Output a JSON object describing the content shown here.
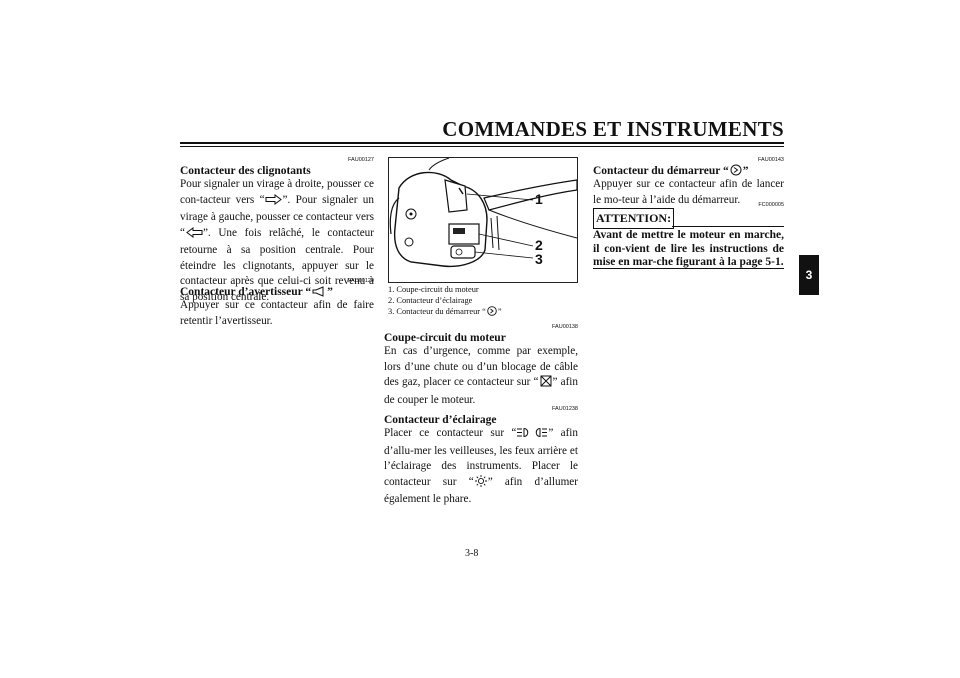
{
  "page": {
    "title": "COMMANDES ET INSTRUMENTS",
    "chapter_tab": "3",
    "page_number": "3-8"
  },
  "col1": {
    "s1": {
      "code": "FAU00127",
      "heading": "Contacteur des clignotants",
      "body_a": "Pour signaler un virage à droite, pousser ce con-tacteur vers “",
      "body_b": "”. Pour signaler un virage à gauche, pousser ce contacteur vers “",
      "body_c": "”. Une fois relâché, le contacteur retourne à sa position centrale. Pour éteindre les clignotants, appuyer sur le contacteur après que celui-ci soit revenu à sa position centrale.",
      "icon_right": "turn-right-arrow-icon",
      "icon_left": "turn-left-arrow-icon"
    },
    "s2": {
      "code": "FAU00129",
      "heading_a": "Contacteur d’avertisseur “",
      "heading_b": "”",
      "body": "Appuyer sur ce contacteur afin de faire retentir l’avertisseur.",
      "icon": "horn-icon"
    }
  },
  "col2": {
    "figure": {
      "callouts": [
        "1",
        "2",
        "3"
      ],
      "captions": [
        "1.  Coupe-circuit du moteur",
        "2.  Contacteur d’éclairage",
        "3.  Contacteur du démarreur “"
      ],
      "caption3_end": "”",
      "caption3_icon": "starter-icon"
    },
    "s1": {
      "code": "FAU00138",
      "heading": "Coupe-circuit du moteur",
      "body_a": "En cas d’urgence, comme par exemple, lors d’une chute ou d’un blocage de câble des gaz, placer ce contacteur sur “",
      "body_b": "” afin de couper le moteur.",
      "icon": "engine-stop-icon"
    },
    "s2": {
      "code": "FAU01238",
      "heading": "Contacteur d’éclairage",
      "body_a": "Placer ce contacteur sur “",
      "body_b": "” afin d’allu-mer les veilleuses, les feux arrière et l’éclairage des instruments. Placer le contacteur sur “",
      "body_c": "” afin d’allumer également le phare.",
      "icon_a": "parking-light-icon",
      "icon_b": "headlight-icon"
    }
  },
  "col3": {
    "s1": {
      "code": "FAU00143",
      "heading_a": "Contacteur du démarreur “",
      "heading_b": "”",
      "body": "Appuyer sur ce contacteur afin de lancer le mo-teur à l’aide du démarreur.",
      "icon": "starter-icon"
    },
    "attention": {
      "code": "FC000005",
      "label": "ATTENTION:",
      "text": "Avant de mettre le moteur en marche, il con-vient de lire les instructions de mise en mar-che figurant à la page 5-1."
    }
  }
}
